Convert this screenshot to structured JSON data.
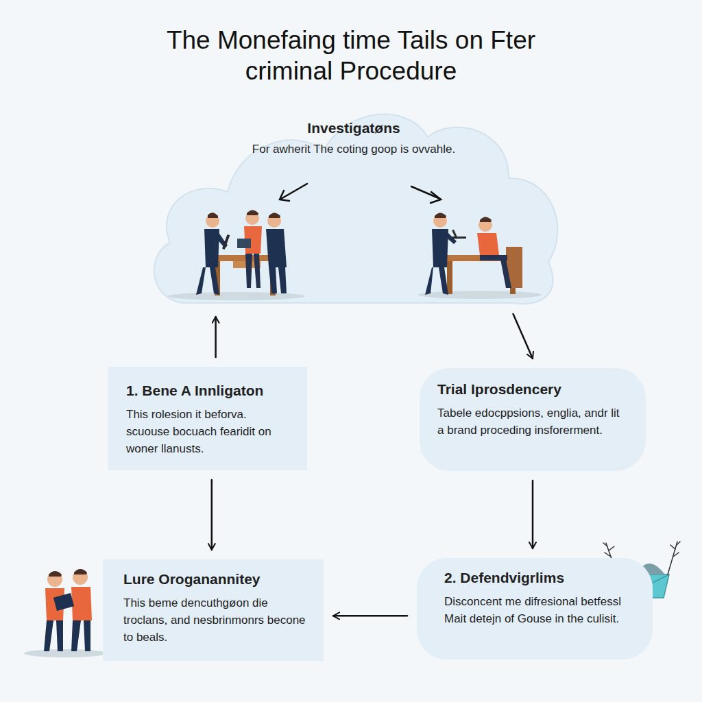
{
  "diagram": {
    "title": "The Monefaing time Tails on Fter criminal Procedure",
    "nodes": [
      {
        "text": [
          "Investigatøns",
          "For awherit The coting goop is ovvahle."
        ]
      },
      {
        "text": [
          "1. Bene A Innligaton",
          "This rolesion it beforva. scuouse bocuach fearidit on woner llanusts."
        ]
      },
      {
        "text": [
          "Trial Iprosdencery",
          "Tabele edocppsions, englia, andr lit a brand proceding insforerment."
        ]
      },
      {
        "text": [
          "Lure Oroganannitey",
          "This beme dencuthgøon die troclans, and nesbrinmonrs becone to beals."
        ]
      },
      {
        "text": [
          "2. Defendvigrlims",
          "Disconcent me difresional betfessl Mait detejn of Gouse in the culisit."
        ]
      }
    ],
    "edges": [
      {
        "from": 1,
        "to": 0,
        "arrow": "to"
      },
      {
        "from": 0,
        "to": 2,
        "arrow": "to"
      },
      {
        "from": 1,
        "to": 3,
        "arrow": "to"
      },
      {
        "from": 2,
        "to": 4,
        "arrow": "to"
      },
      {
        "from": 4,
        "to": 3,
        "arrow": "to"
      }
    ]
  }
}
